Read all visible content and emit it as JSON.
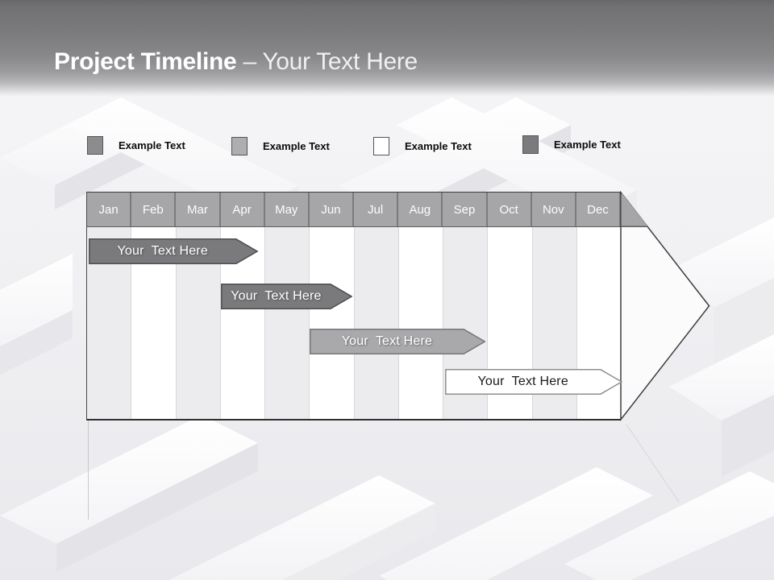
{
  "header": {
    "title_bold": "Project Timeline ",
    "title_rest": "– Your Text Here"
  },
  "legend": {
    "items": [
      {
        "label": "Example Text",
        "color": "#8c8c8f"
      },
      {
        "label": "Example Text",
        "color": "#aeaeb1"
      },
      {
        "label": "Example Text",
        "color": "#ffffff"
      },
      {
        "label": "Example Text",
        "color": "#7b7b7e"
      }
    ]
  },
  "chart_data": {
    "type": "gantt-timeline",
    "title": "Project Timeline – Your Text Here",
    "categories": [
      "Jan",
      "Feb",
      "Mar",
      "Apr",
      "May",
      "Jun",
      "Jul",
      "Aug",
      "Sep",
      "Oct",
      "Nov",
      "Dec"
    ],
    "axis": {
      "unit": "month",
      "range": [
        "Jan",
        "Dec"
      ],
      "header_fill": "#a6a6a9",
      "stripe_fill": "#ececef"
    },
    "bars": [
      {
        "label": "Your  Text Here",
        "start": 0.05,
        "end": 3.85,
        "row": 0,
        "fill": "#7a7a7d",
        "border": "#4f4f52",
        "text_color": "#ffffff"
      },
      {
        "label": "Your  Text Here",
        "start": 3.02,
        "end": 5.97,
        "row": 1,
        "fill": "#7a7a7d",
        "border": "#4f4f52",
        "text_color": "#ffffff"
      },
      {
        "label": "Your  Text Here",
        "start": 5.01,
        "end": 8.96,
        "row": 2,
        "fill": "#a9a9ac",
        "border": "#77777a",
        "text_color": "#ffffff"
      },
      {
        "label": "Your  Text Here",
        "start": 8.05,
        "end": 12.03,
        "row": 3,
        "fill": "#ffffff",
        "border": "#8f8f92",
        "text_color": "#1a1a1a"
      }
    ]
  }
}
